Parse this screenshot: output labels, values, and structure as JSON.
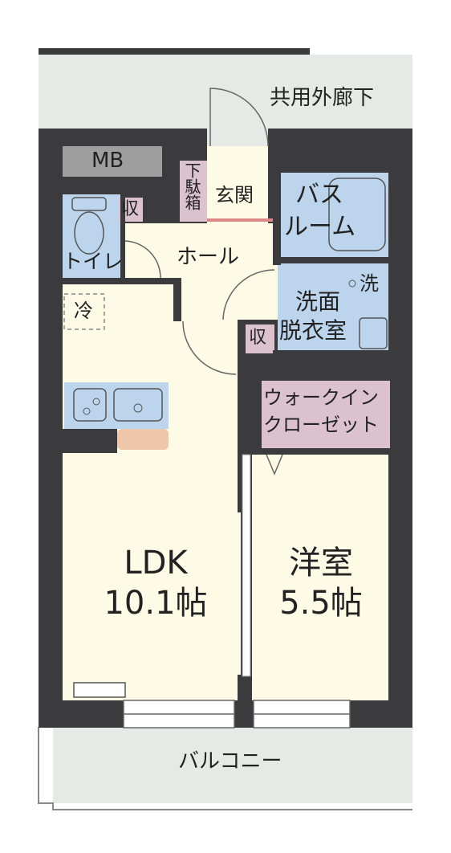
{
  "rooms": {
    "corridor": "共用外廊下",
    "mb": "MB",
    "shoe_box": "下駄箱",
    "entrance": "玄関",
    "storage_toilet": "収",
    "bath_line1": "バス",
    "bath_line2": "ルーム",
    "toilet": "トイレ",
    "hall": "ホール",
    "washer": "洗",
    "washroom_line1": "洗面",
    "washroom_line2": "脱衣室",
    "storage_wash": "収",
    "fridge": "冷",
    "wic_line1": "ウォークイン",
    "wic_line2": "クローゼット",
    "ldk_line1": "LDK",
    "ldk_line2": "10.1帖",
    "western_line1": "洋室",
    "western_line2": "5.5帖",
    "balcony": "バルコニー"
  },
  "colors": {
    "wall": "#3b3b3d",
    "floor": "#fdfbe6",
    "wet_area": "#bcd5ec",
    "storage": "#dbc2cc",
    "counter": "#eec6aa",
    "exterior": "#e6eae6",
    "mb": "#9e9e9e"
  }
}
